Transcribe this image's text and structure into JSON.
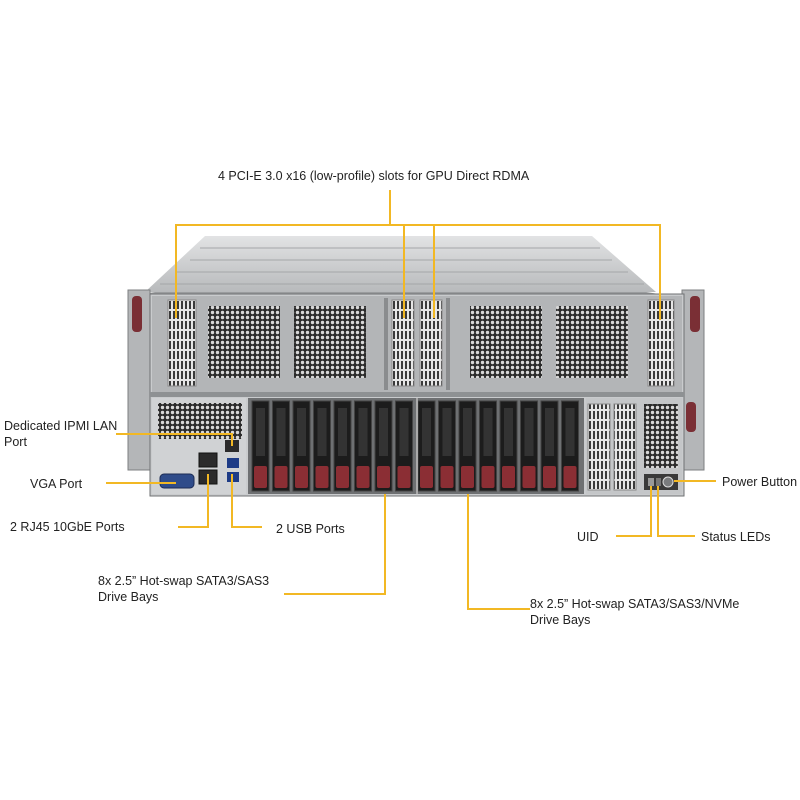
{
  "labels": {
    "pcie": "4 PCI-E 3.0 x16 (low-profile)  slots for GPU Direct RDMA",
    "ipmi_line1": "Dedicated IPMI  LAN",
    "ipmi_line2": "Port",
    "vga": "VGA Port",
    "rj45": "2 RJ45  10GbE Ports",
    "usb": "2 USB Ports",
    "sas_left_line1": "8x 2.5” Hot-swap  SATA3/SAS3",
    "sas_left_line2": "Drive Bays",
    "power": "Power Button",
    "uid": "UID",
    "status": "Status  LEDs",
    "nvme_line1": "8x 2.5” Hot-swap SATA3/SAS3/NVMe",
    "nvme_line2": "Drive Bays"
  },
  "colors": {
    "callout": "#F2B824",
    "chassis": "#C9CBCD",
    "chassis_dark": "#8E9193",
    "handle": "#7A2F35",
    "drive": "#1C1C1C",
    "drive_tab": "#8B2E34"
  }
}
